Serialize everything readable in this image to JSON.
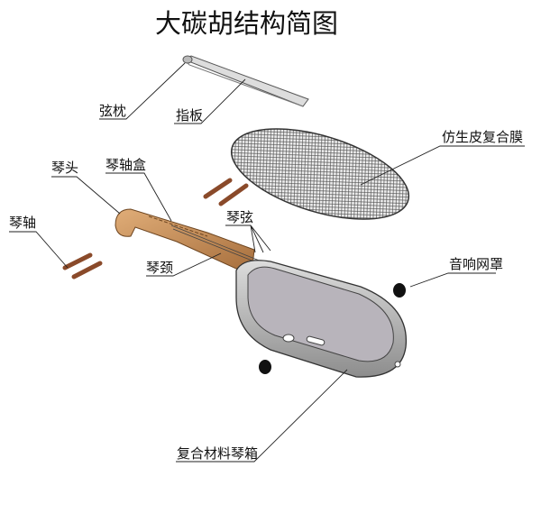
{
  "title": "大碳胡结构简图",
  "labels": {
    "nut": "弦枕",
    "fingerboard": "指板",
    "membrane": "仿生皮复合膜",
    "head": "琴头",
    "peg_box": "琴轴盒",
    "pegs": "琴轴",
    "strings": "琴弦",
    "neck": "琴颈",
    "sound_grille": "音响网罩",
    "body": "复合材料琴箱"
  },
  "colors": {
    "wood": "#c98b52",
    "peg": "#8a4a2a",
    "metal": "#9a9a9a",
    "grille": "#111111"
  }
}
